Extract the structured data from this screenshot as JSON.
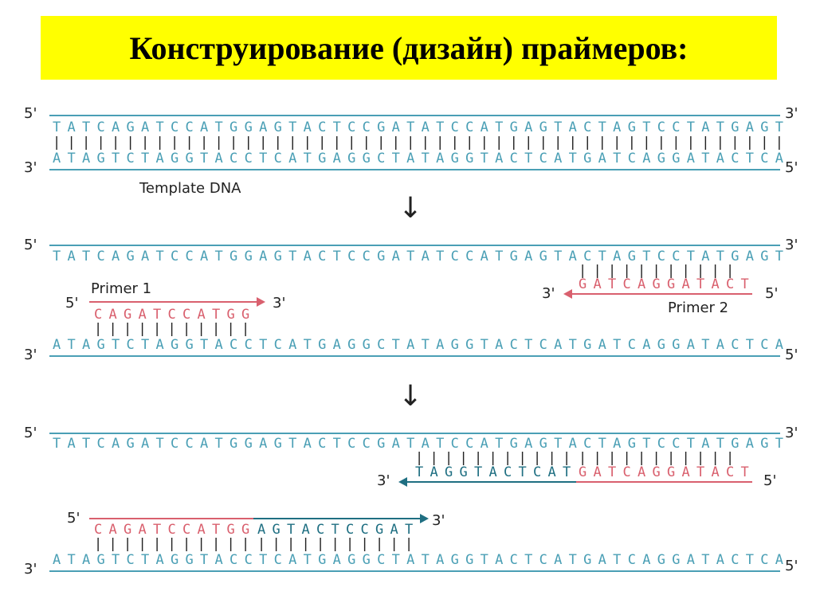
{
  "title": "Конструирование (дизайн) праймеров:",
  "colors": {
    "template": "#4a9fb5",
    "primer": "#d9606e",
    "extension": "#1f6f82",
    "title_bg": "#ffff00"
  },
  "labels": {
    "five_prime": "5'",
    "three_prime": "3'",
    "template_dna": "Template DNA",
    "primer1": "Primer 1",
    "primer2": "Primer 2",
    "down_arrow": "↓"
  },
  "sequences": {
    "top_strand": "TATCAGATCCATGGAGTACTCCGATATCCATGAGTACTAGTCCTATGAGT",
    "bottom_strand": "ATAGTCTAGGTACCTCATGAGGCTATAGGTACTCATGATCAGGATACTCA",
    "primer1": "CAGATCCATGG",
    "primer2": "GATCAGGATACT",
    "primer1_extension": "AGTACTCCGAT",
    "primer2_extension": "TAGGTACTCAT"
  },
  "pairing_marks": {
    "full": "||||||||||||||||||||||||||||||||||||||||||||||||||",
    "primer": "|||||||||||"
  }
}
